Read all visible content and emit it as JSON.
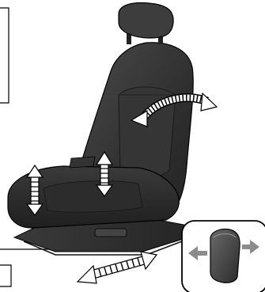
{
  "figure": {
    "subject": "power-seat",
    "colors": {
      "background": "#ffffff",
      "seat_dark": "#2b2b2b",
      "seat_mid": "#3c3c3c",
      "seat_light": "#555555",
      "outline": "#000000",
      "arrow_fill": "#ffffff",
      "arrow_stroke": "#000000",
      "callout_box": "#ffffff",
      "switch_arrow": "#8c8c8c"
    },
    "icons": [
      "seatback-recline-arrow",
      "seat-height-arrow-front",
      "seat-height-arrow-rear",
      "seat-slide-arrow",
      "power-seat-switch",
      "switch-left-arrow",
      "switch-right-arrow"
    ]
  }
}
